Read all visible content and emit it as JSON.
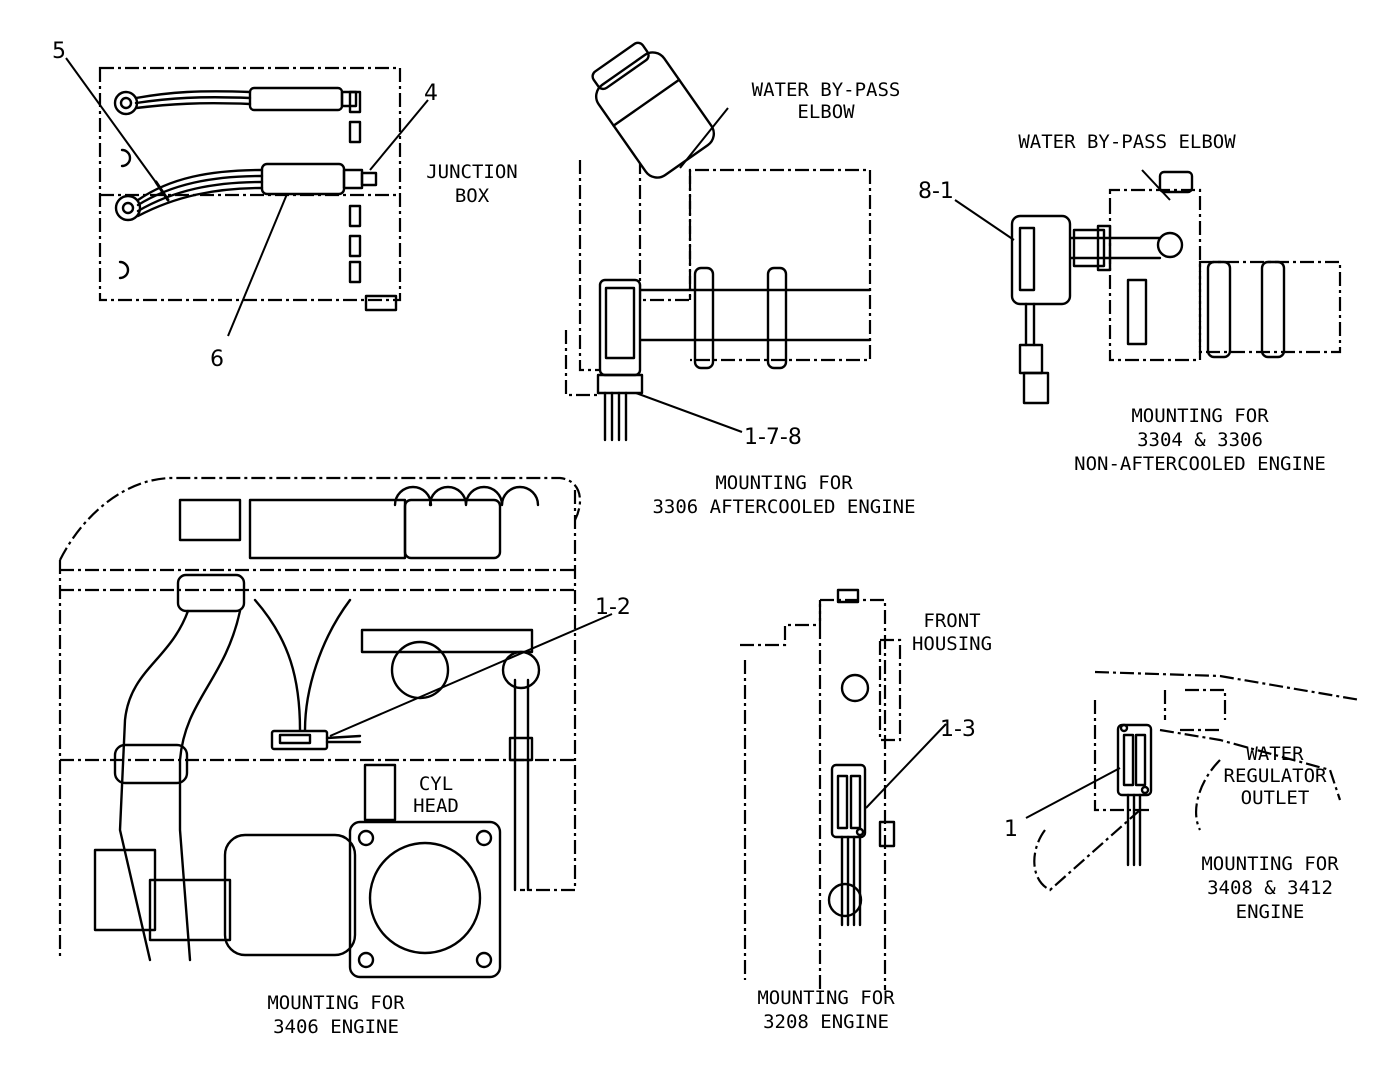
{
  "views": {
    "junction_box": {
      "label_line1": "JUNCTION",
      "label_line2": "BOX",
      "callouts": {
        "c5": "5",
        "c4": "4",
        "c6": "6"
      }
    },
    "aftercooled_3306": {
      "elbow_line1": "WATER BY-PASS",
      "elbow_line2": "ELBOW",
      "callout": "1-7-8",
      "caption_line1": "MOUNTING FOR",
      "caption_line2": "3306 AFTERCOOLED ENGINE"
    },
    "non_aftercooled_3304_3306": {
      "elbow_label": "WATER BY-PASS ELBOW",
      "callout": "8-1",
      "caption_line1": "MOUNTING FOR",
      "caption_line2": "3304 & 3306",
      "caption_line3": "NON-AFTERCOOLED ENGINE"
    },
    "engine_3406": {
      "callout": "1-2",
      "cyl_line1": "CYL",
      "cyl_line2": "HEAD",
      "caption_line1": "MOUNTING FOR",
      "caption_line2": "3406 ENGINE"
    },
    "engine_3208": {
      "housing_line1": "FRONT",
      "housing_line2": "HOUSING",
      "callout": "1-3",
      "caption_line1": "MOUNTING FOR",
      "caption_line2": "3208 ENGINE"
    },
    "engine_3408_3412": {
      "outlet_line1": "WATER",
      "outlet_line2": "REGULATOR",
      "outlet_line3": "OUTLET",
      "callout": "1",
      "caption_line1": "MOUNTING FOR",
      "caption_line2": "3408 & 3412",
      "caption_line3": "ENGINE"
    }
  }
}
